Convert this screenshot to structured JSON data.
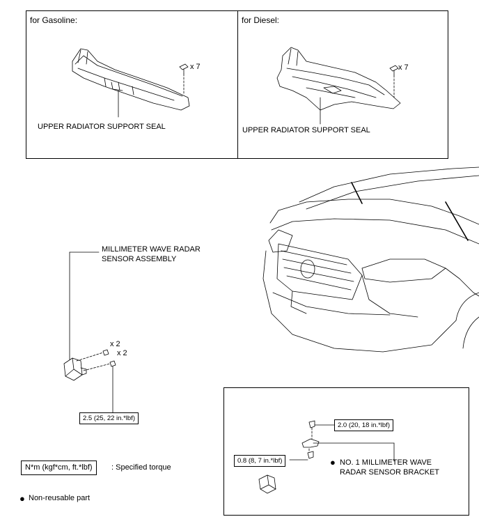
{
  "top_panels": {
    "gasoline": {
      "title": "for Gasoline:",
      "qty": "x 7",
      "part_label": "UPPER RADIATOR SUPPORT SEAL"
    },
    "diesel": {
      "title": "for Diesel:",
      "qty": "x 7",
      "part_label": "UPPER RADIATOR SUPPORT SEAL"
    }
  },
  "sensor": {
    "label_line1": "MILLIMETER WAVE RADAR",
    "label_line2": "SENSOR ASSEMBLY",
    "qty_a": "x 2",
    "qty_b": "x 2",
    "torque": "2.5 (25, 22 in.*lbf)"
  },
  "detail_panel": {
    "torque_upper": "2.0 (20, 18 in.*lbf)",
    "torque_lower": "0.8 (8, 7 in.*lbf)",
    "bracket_line1": "NO. 1 MILLIMETER WAVE",
    "bracket_line2": "RADAR SENSOR BRACKET"
  },
  "legend": {
    "torque_unit": "N*m (kgf*cm, ft.*lbf)",
    "torque_desc": ": Specified torque",
    "nonreusable": "Non-reusable part"
  }
}
